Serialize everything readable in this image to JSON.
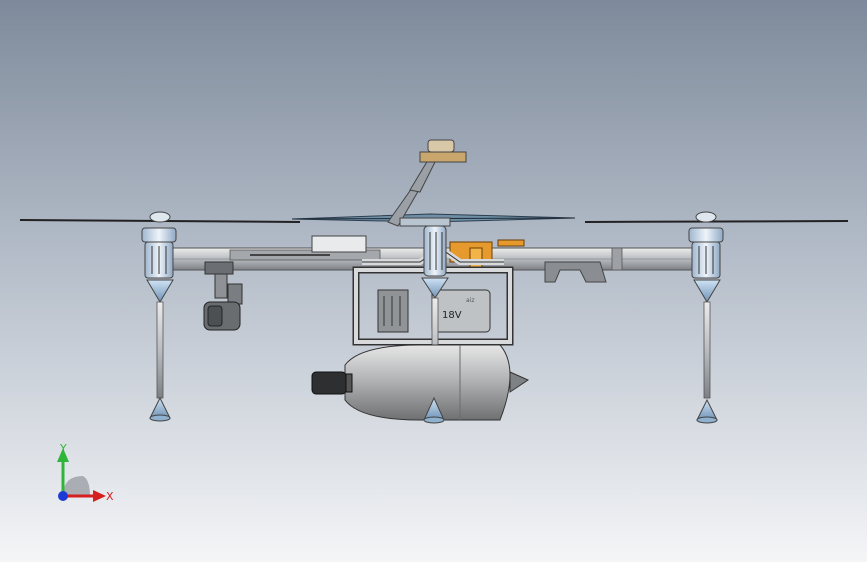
{
  "model": {
    "battery_label": "18V",
    "battery_brand": "aiz"
  },
  "triad": {
    "x_label": "X",
    "y_label": "Y",
    "x_color": "#d61f1f",
    "y_color": "#2fb53a",
    "z_color": "#1e3ad6"
  },
  "colors": {
    "frame": "#b9bcc0",
    "motor_mount": "#dce6ef",
    "tank": "#a7a9ab",
    "accent": "#e08a1e"
  }
}
